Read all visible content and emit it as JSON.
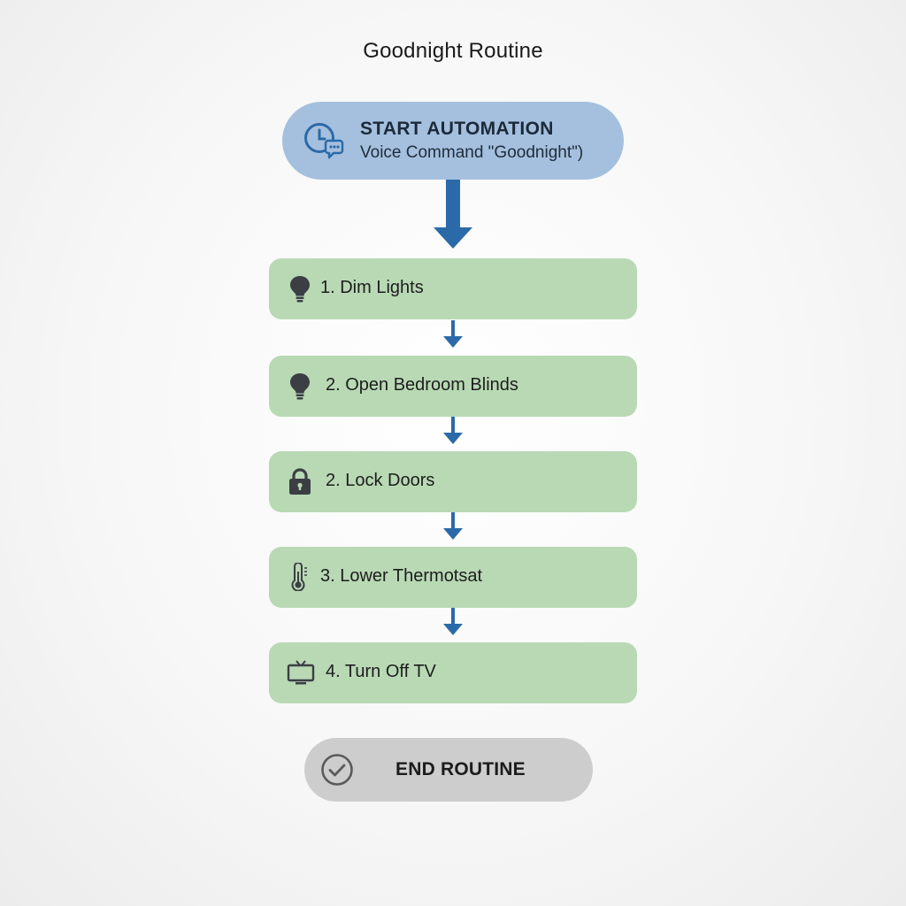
{
  "title": "Goodnight Routine",
  "start": {
    "heading": "START AUTOMATION",
    "subtitle": "Voice Command \"Goodnight\")",
    "icon": "clock-chat-icon"
  },
  "steps": [
    {
      "label": "1. Dim Lights",
      "icon": "lightbulb-icon"
    },
    {
      "label": "2. Open Bedroom Blinds",
      "icon": "lightbulb-icon"
    },
    {
      "label": "2. Lock Doors",
      "icon": "lock-icon"
    },
    {
      "label": "3. Lower Thermotsat",
      "icon": "thermometer-icon"
    },
    {
      "label": "4. Turn Off TV",
      "icon": "tv-icon"
    }
  ],
  "end": {
    "label": "END ROUTINE",
    "icon": "check-circle-icon"
  },
  "colors": {
    "start_fill": "#a5c0de",
    "step_fill": "#b8d9b4",
    "end_fill": "#cdcdcd",
    "arrow": "#2b6aa8"
  }
}
